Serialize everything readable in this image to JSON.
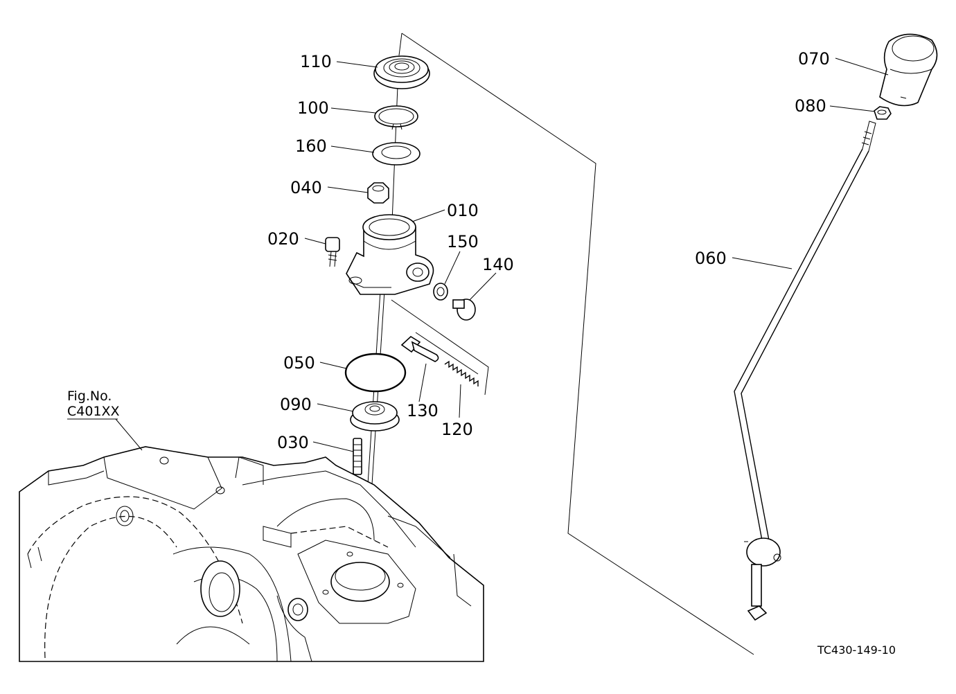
{
  "figure_ref": {
    "line1": "Fig.No.",
    "line2": "C401XX"
  },
  "drawing_code": "TC430-149-10",
  "callouts": [
    {
      "id": "110",
      "label": "110"
    },
    {
      "id": "100",
      "label": "100"
    },
    {
      "id": "160",
      "label": "160"
    },
    {
      "id": "040",
      "label": "040"
    },
    {
      "id": "010",
      "label": "010"
    },
    {
      "id": "020",
      "label": "020"
    },
    {
      "id": "150",
      "label": "150"
    },
    {
      "id": "140",
      "label": "140"
    },
    {
      "id": "050",
      "label": "050"
    },
    {
      "id": "090",
      "label": "090"
    },
    {
      "id": "130",
      "label": "130"
    },
    {
      "id": "120",
      "label": "120"
    },
    {
      "id": "030",
      "label": "030"
    },
    {
      "id": "070",
      "label": "070"
    },
    {
      "id": "080",
      "label": "080"
    },
    {
      "id": "060",
      "label": "060"
    }
  ]
}
